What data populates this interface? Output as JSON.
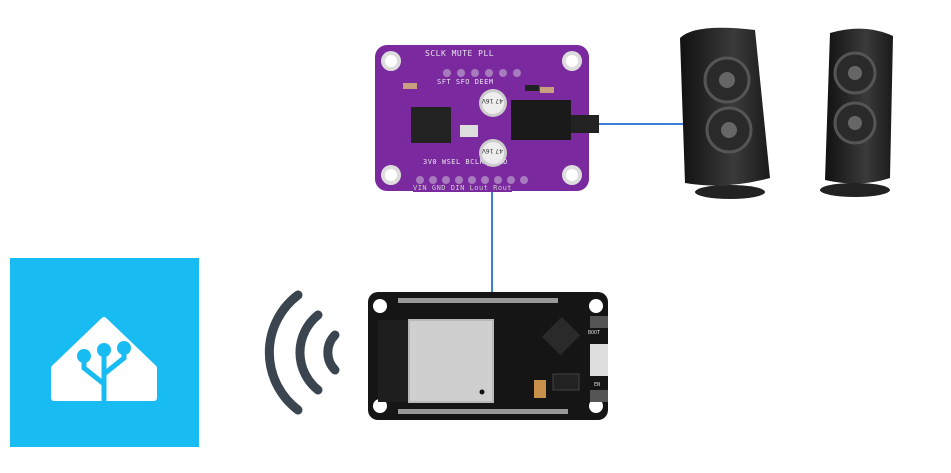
{
  "colors": {
    "wire": "#3b7dd8",
    "dac_board": "#7a2a9e",
    "esp_board": "#151515",
    "home_assistant": "#18bcf2",
    "wifi": "#3a4550"
  },
  "dac_board": {
    "top_row1": "SCLK MUTE PLL",
    "top_row2": "SFT  SFO DEEM",
    "bottom_row1": "3V0 WSEL BCLK AGND",
    "bottom_row2": "VIN GND  DIN Lout Rout",
    "cap_label": "47 16V"
  },
  "esp_board": {
    "boot_label": "BOOT",
    "en_label": "EN"
  },
  "icons": [
    "home-assistant-logo",
    "wifi-icon",
    "speaker-icon"
  ]
}
